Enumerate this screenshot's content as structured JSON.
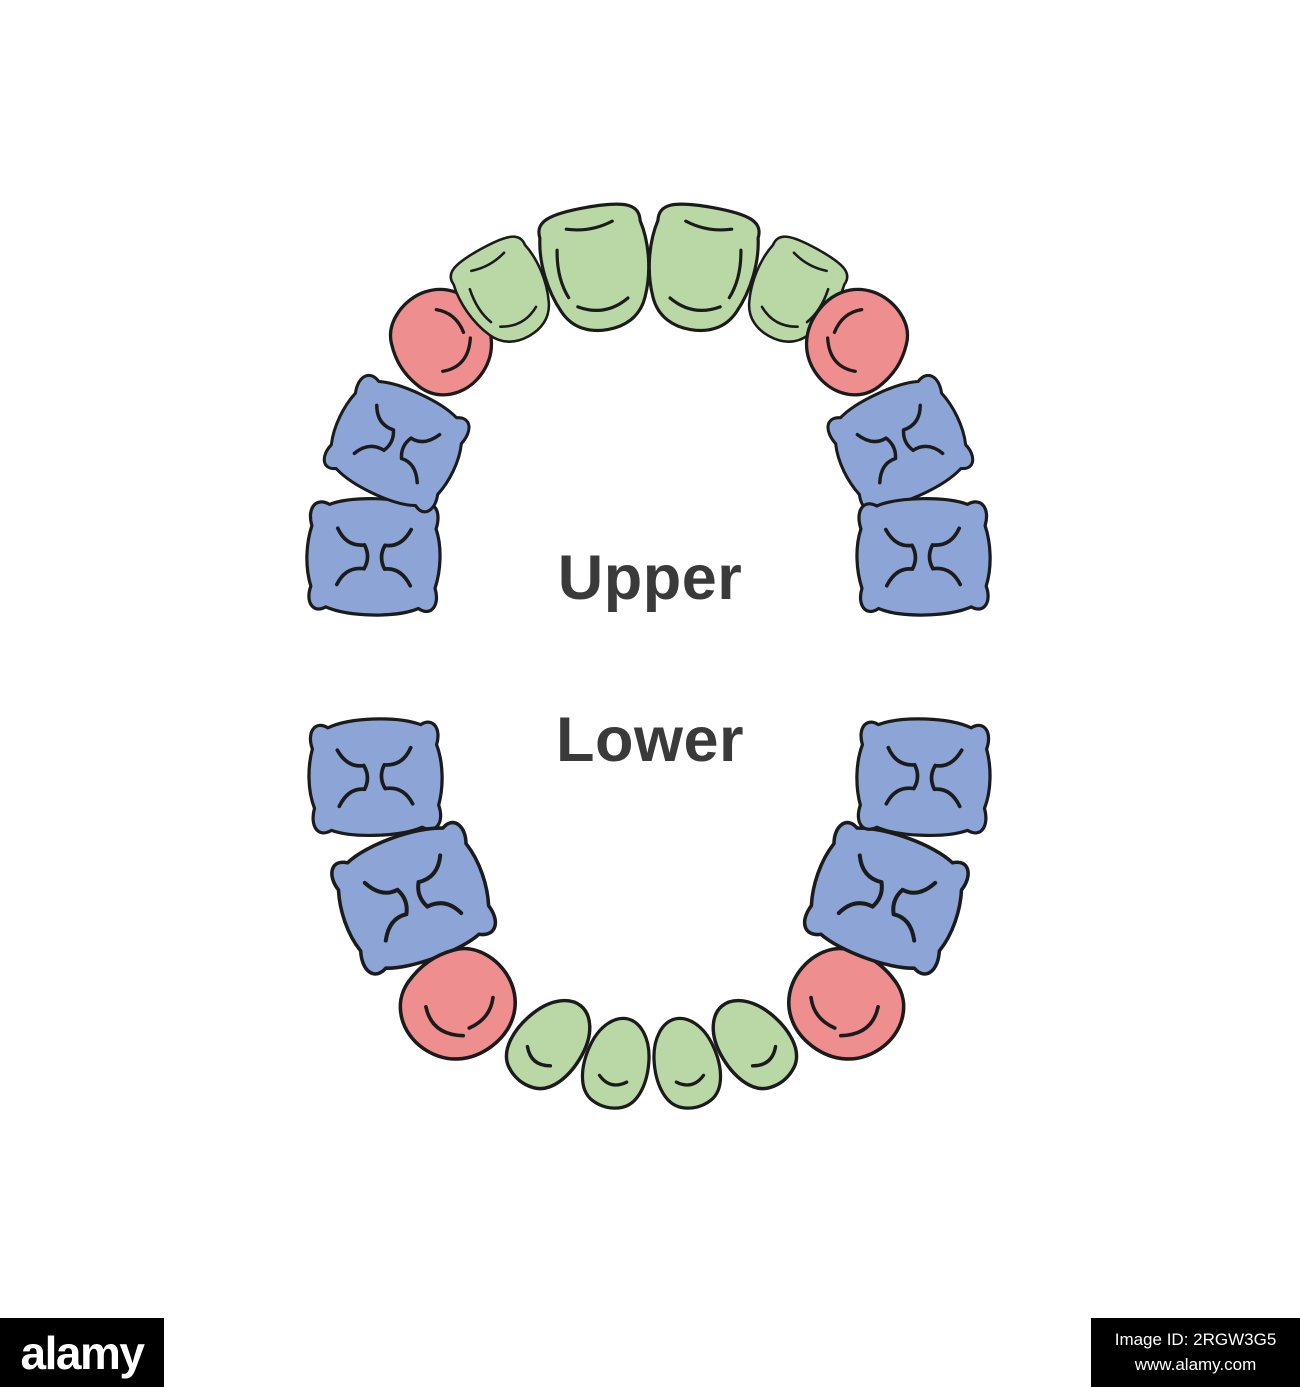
{
  "page": {
    "background": "#ffffff",
    "labels": {
      "upper": "Upper",
      "lower": "Lower"
    }
  },
  "colors": {
    "incisor": "#b9d8a6",
    "canine": "#ef8e8e",
    "molar": "#8ca5d6",
    "outline": "#1b1b1b",
    "label_text": "#3a3a3a",
    "watermark_bg": "#000000",
    "watermark_text": "#ffffff"
  },
  "teeth": [
    {
      "name": "upper-left-second-molar",
      "arch": "upper",
      "side": "left",
      "type": "molar"
    },
    {
      "name": "upper-left-first-molar",
      "arch": "upper",
      "side": "left",
      "type": "molar"
    },
    {
      "name": "upper-left-canine",
      "arch": "upper",
      "side": "left",
      "type": "canine"
    },
    {
      "name": "upper-left-lateral-incisor",
      "arch": "upper",
      "side": "left",
      "type": "incisor"
    },
    {
      "name": "upper-left-central-incisor",
      "arch": "upper",
      "side": "left",
      "type": "incisor"
    },
    {
      "name": "upper-right-central-incisor",
      "arch": "upper",
      "side": "right",
      "type": "incisor"
    },
    {
      "name": "upper-right-lateral-incisor",
      "arch": "upper",
      "side": "right",
      "type": "incisor"
    },
    {
      "name": "upper-right-canine",
      "arch": "upper",
      "side": "right",
      "type": "canine"
    },
    {
      "name": "upper-right-first-molar",
      "arch": "upper",
      "side": "right",
      "type": "molar"
    },
    {
      "name": "upper-right-second-molar",
      "arch": "upper",
      "side": "right",
      "type": "molar"
    },
    {
      "name": "lower-left-second-molar",
      "arch": "lower",
      "side": "left",
      "type": "molar"
    },
    {
      "name": "lower-left-first-molar",
      "arch": "lower",
      "side": "left",
      "type": "molar"
    },
    {
      "name": "lower-left-canine",
      "arch": "lower",
      "side": "left",
      "type": "canine"
    },
    {
      "name": "lower-left-lateral-incisor",
      "arch": "lower",
      "side": "left",
      "type": "incisor"
    },
    {
      "name": "lower-left-central-incisor",
      "arch": "lower",
      "side": "left",
      "type": "incisor"
    },
    {
      "name": "lower-right-central-incisor",
      "arch": "lower",
      "side": "right",
      "type": "incisor"
    },
    {
      "name": "lower-right-lateral-incisor",
      "arch": "lower",
      "side": "right",
      "type": "incisor"
    },
    {
      "name": "lower-right-canine",
      "arch": "lower",
      "side": "right",
      "type": "canine"
    },
    {
      "name": "lower-right-first-molar",
      "arch": "lower",
      "side": "right",
      "type": "molar"
    },
    {
      "name": "lower-right-second-molar",
      "arch": "lower",
      "side": "right",
      "type": "molar"
    }
  ],
  "watermark": {
    "brand": "alamy",
    "image_id": "Image ID: 2RGW3G5",
    "url": "www.alamy.com"
  }
}
